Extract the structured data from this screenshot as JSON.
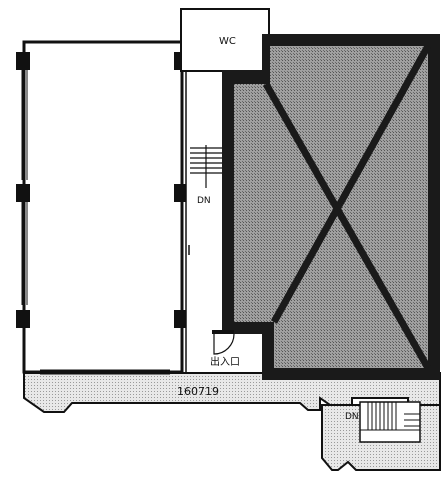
{
  "floor_plan": {
    "labels": {
      "wc": "WC",
      "stair_down_main": "DN",
      "entrance": "出入口",
      "plan_code": "160719",
      "stair_down_annex": "DN"
    },
    "colors": {
      "wall": "#111111",
      "hatched_area": "#9a9a9a",
      "corridor_tone": "#e6e6e6",
      "background": "#ffffff"
    }
  }
}
